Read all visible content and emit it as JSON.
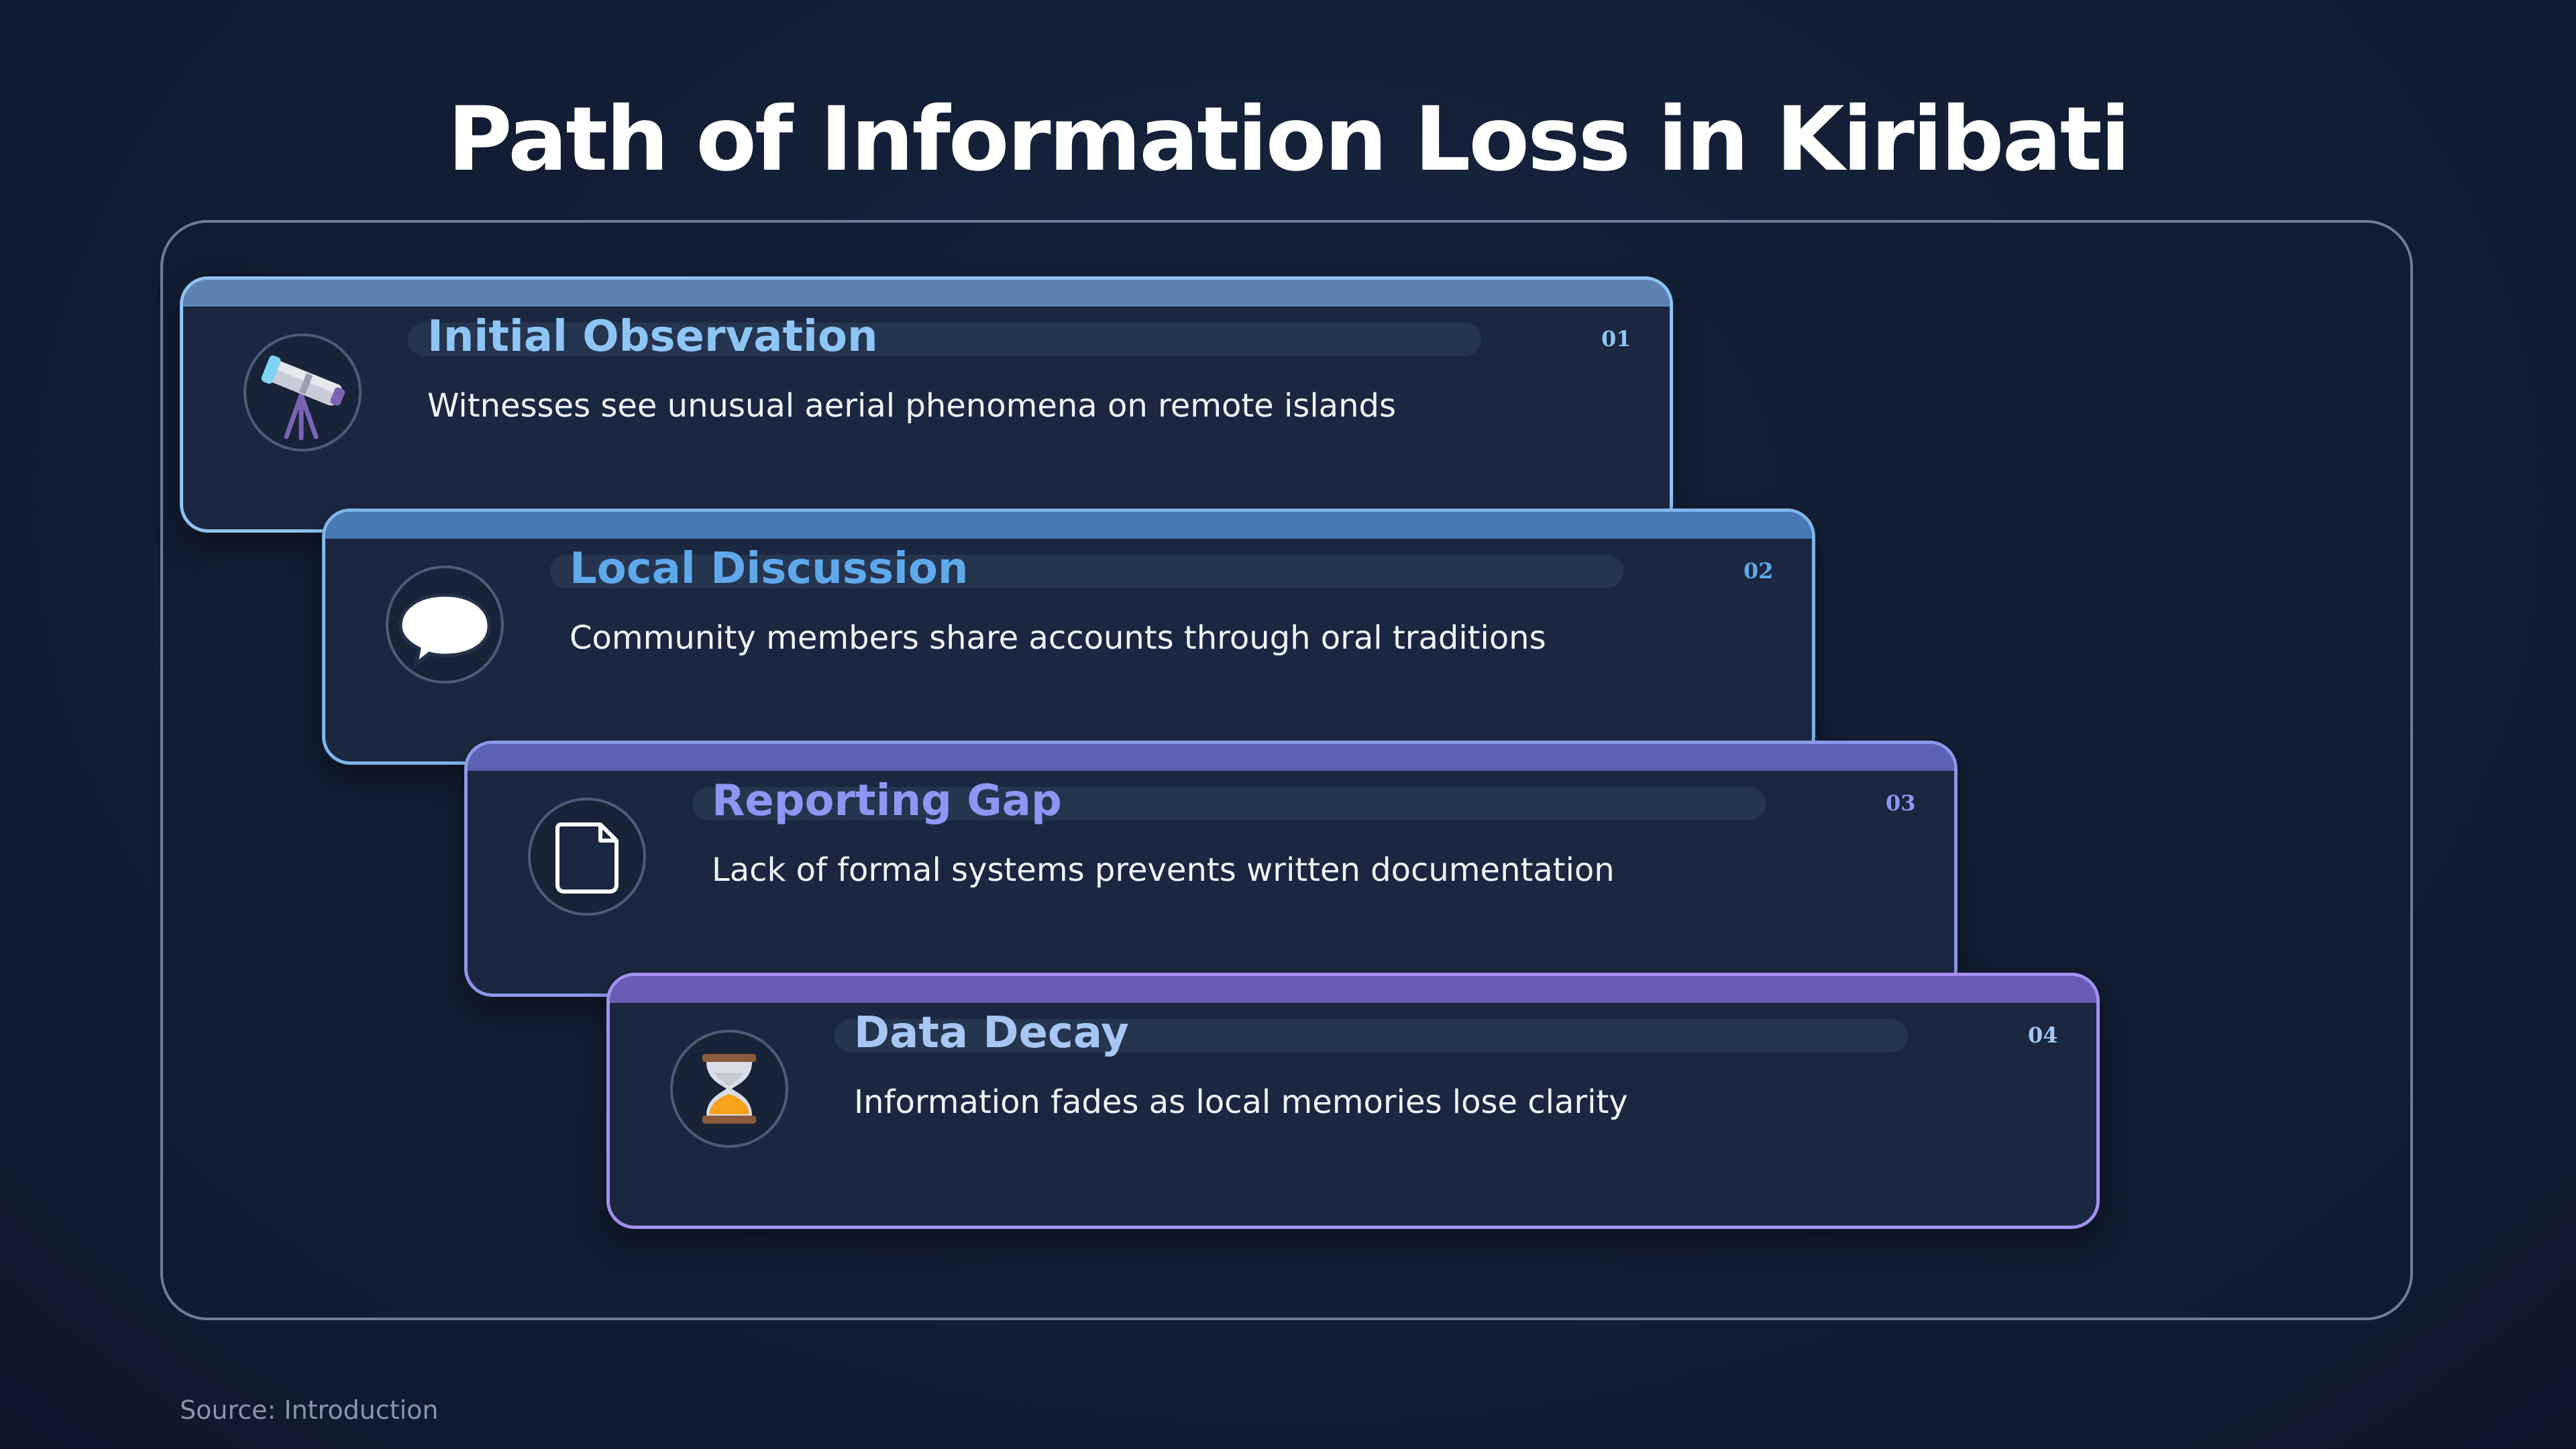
{
  "title": "Path of Information Loss in Kiribati",
  "source": "Source: Introduction",
  "steps": [
    {
      "number": "01",
      "title": "Initial Observation",
      "description": "Witnesses see unusual aerial phenomena on remote islands",
      "icon": "telescope-icon",
      "accent": "#8ec5f5",
      "border": "#8fc3f2",
      "bar": "#5d82b2"
    },
    {
      "number": "02",
      "title": "Local Discussion",
      "description": "Community members share accounts through oral traditions",
      "icon": "speech-bubble-icon",
      "accent": "#5fa9ea",
      "border": "#7fb6ea",
      "bar": "#4a77b5"
    },
    {
      "number": "03",
      "title": "Reporting Gap",
      "description": "Lack of formal systems prevents written documentation",
      "icon": "document-icon",
      "accent": "#8f95f2",
      "border": "#8c97ea",
      "bar": "#5d61b3"
    },
    {
      "number": "04",
      "title": "Data Decay",
      "description": "Information fades as local memories lose clarity",
      "icon": "hourglass-icon",
      "accent": "#a6c6f3",
      "border": "#a590f0",
      "bar": "#6a5cb5"
    }
  ]
}
